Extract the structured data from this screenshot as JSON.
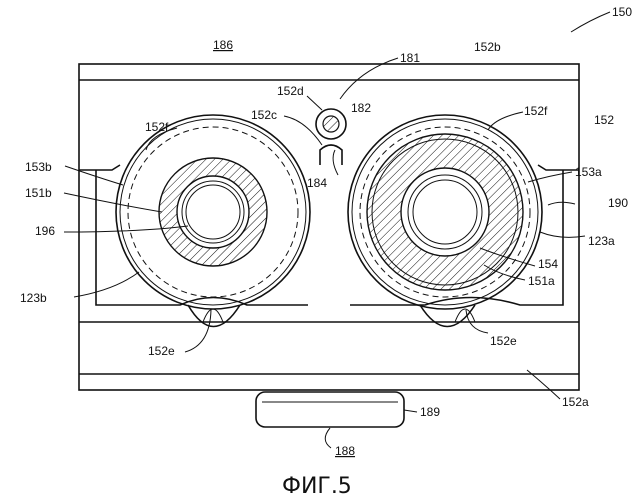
{
  "figure": {
    "caption": "ФИГ.5",
    "labels": {
      "l150": "150",
      "l186": "186",
      "l181": "181",
      "l152b": "152b",
      "l152d": "152d",
      "l182": "182",
      "l152c": "152c",
      "l152f_left": "152f",
      "l152f_right": "152f",
      "l152": "152",
      "l153b": "153b",
      "l151b": "151b",
      "l196": "196",
      "l184": "184",
      "l153a": "153a",
      "l190": "190",
      "l123a": "123a",
      "l154": "154",
      "l151a": "151a",
      "l123b": "123b",
      "l152e_left": "152e",
      "l152e_right": "152e",
      "l152a": "152a",
      "l189": "189",
      "l188": "188"
    }
  }
}
